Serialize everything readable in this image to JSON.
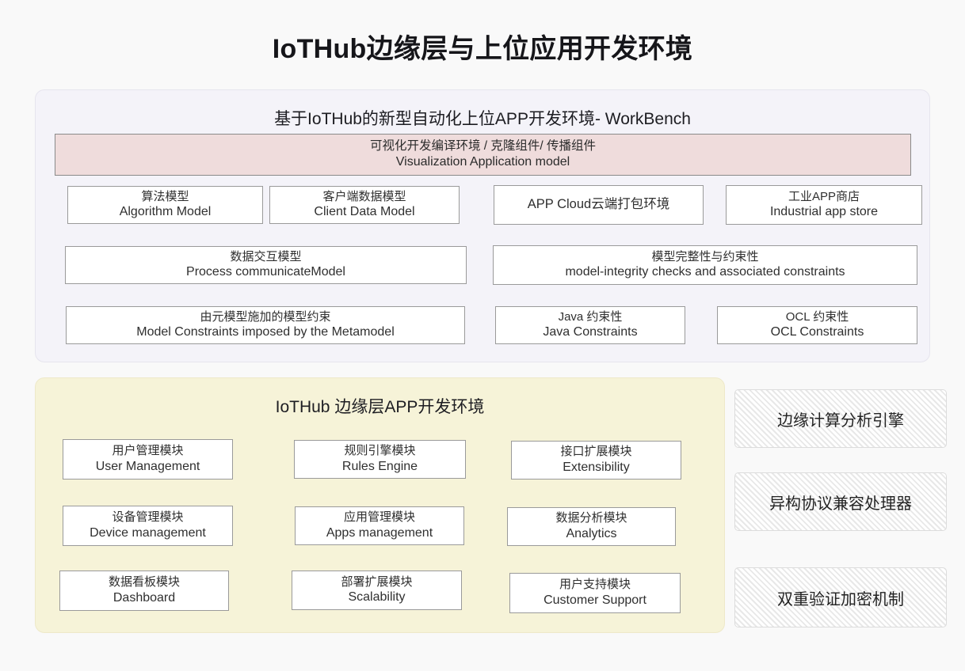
{
  "page": {
    "title": "IoTHub边缘层与上位应用开发环境"
  },
  "upper_panel": {
    "title": "基于IoTHub的新型自动化上位APP开发环境- WorkBench",
    "banner": {
      "line_cn": "可视化开发编译环境 / 克隆组件/ 传播组件",
      "line_en": "Visualization Application model"
    },
    "nodes": [
      {
        "cn": "算法模型",
        "en": "Algorithm Model"
      },
      {
        "cn": "客户端数据模型",
        "en": "Client Data Model"
      },
      {
        "cn": "APP Cloud云端打包环境",
        "en": ""
      },
      {
        "cn": "工业APP商店",
        "en": "Industrial app store"
      },
      {
        "cn": "数据交互模型",
        "en": "Process communicateModel"
      },
      {
        "cn": "模型完整性与约束性",
        "en": "model-integrity checks and associated constraints"
      },
      {
        "cn": "由元模型施加的模型约束",
        "en": "Model Constraints imposed by the Metamodel"
      },
      {
        "cn": "Java 约束性",
        "en": "Java Constraints"
      },
      {
        "cn": "OCL 约束性",
        "en": "OCL Constraints"
      }
    ]
  },
  "lower_panel": {
    "title": "IoTHub 边缘层APP开发环境",
    "modules": [
      {
        "cn": "用户管理模块",
        "en": "User Management"
      },
      {
        "cn": "规则引擎模块",
        "en": "Rules Engine"
      },
      {
        "cn": "接口扩展模块",
        "en": "Extensibility"
      },
      {
        "cn": "设备管理模块",
        "en": "Device management"
      },
      {
        "cn": "应用管理模块",
        "en": "Apps management"
      },
      {
        "cn": "数据分析模块",
        "en": "Analytics"
      },
      {
        "cn": "数据看板模块",
        "en": "Dashboard"
      },
      {
        "cn": "部署扩展模块",
        "en": "Scalability"
      },
      {
        "cn": "用户支持模块",
        "en": "Customer Support"
      }
    ]
  },
  "side_panel": {
    "items": [
      {
        "label": "边缘计算分析引擎"
      },
      {
        "label": "异构协议兼容处理器"
      },
      {
        "label": "双重验证加密机制"
      }
    ]
  },
  "colors": {
    "page_background": "#f9f9f9",
    "upper_panel": "#f4f3f9",
    "banner": "#efdcdc",
    "lower_panel": "#f6f3d8",
    "node_border": "#9a9a9a",
    "hatch_box": "#f4f4f4"
  }
}
